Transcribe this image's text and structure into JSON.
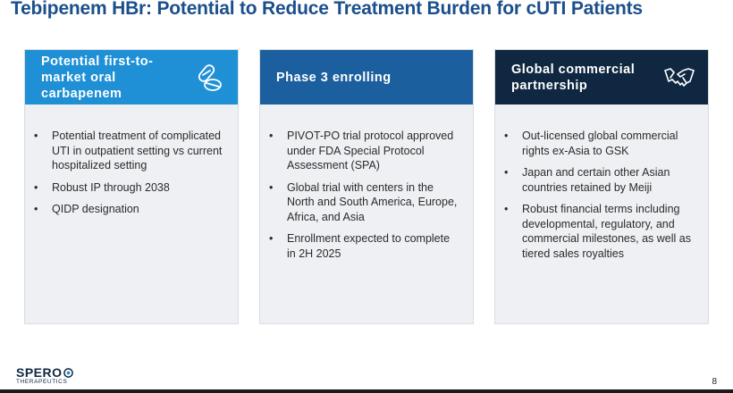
{
  "title": "Tebipenem HBr: Potential to Reduce Treatment Burden for cUTI Patients",
  "colors": {
    "title": "#1b4f8c",
    "card1_header": "#1f90d5",
    "card2_header": "#1c5f9e",
    "card3_header": "#0f2740",
    "card_bg": "#eef0f3"
  },
  "cards": [
    {
      "header": "Potential first-to-market oral carbapenem",
      "icon": "pills-icon",
      "bullets": [
        "Potential treatment of complicated UTI in outpatient setting vs current hospitalized setting",
        "Robust IP through 2038",
        "QIDP designation"
      ]
    },
    {
      "header": "Phase 3 enrolling",
      "bullets": [
        "PIVOT-PO trial protocol approved under FDA Special Protocol Assessment (SPA)",
        "Global trial with centers in the North and South America, Europe, Africa, and Asia",
        "Enrollment expected to complete in 2H 2025"
      ]
    },
    {
      "header": "Global commercial partnership",
      "icon": "handshake-icon",
      "bullets": [
        "Out-licensed global commercial rights ex-Asia to GSK",
        "Japan and certain other Asian countries retained by Meiji",
        "Robust financial terms including developmental, regulatory, and commercial milestones, as well as tiered sales royalties"
      ]
    }
  ],
  "footer": {
    "logo_main": "SPERO",
    "logo_sub": "THERAPEUTICS",
    "page_number": "8"
  }
}
